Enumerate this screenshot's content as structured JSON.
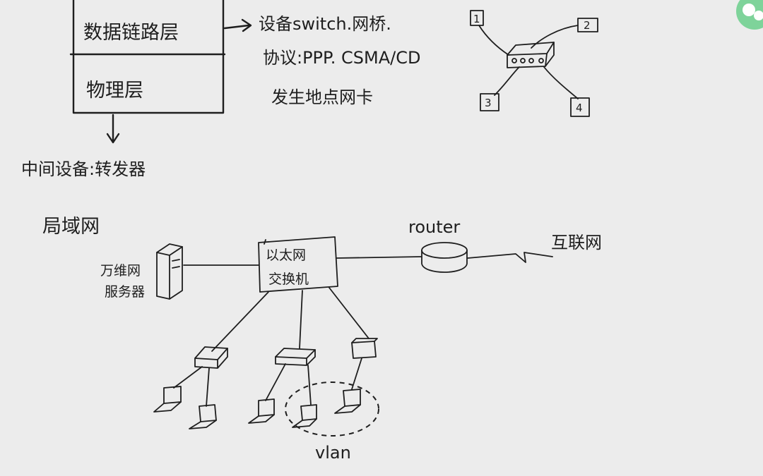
{
  "layers": {
    "datalink": "数据链路层",
    "physical": "物理层"
  },
  "datalink_notes": {
    "device": "设备switch.网桥.",
    "protocol": "协议:PPP. CSMA/CD",
    "address": "发生地点网卡"
  },
  "physical_note": "中间设备:转发器",
  "switch_ports": [
    "1",
    "2",
    "3",
    "4"
  ],
  "lan": {
    "title": "局域网",
    "server": [
      "万维网",
      "服务器"
    ],
    "switch": [
      "以太网",
      "交换机"
    ],
    "router": "router",
    "internet": "互联网",
    "vlan": "vlan"
  },
  "colors": {
    "ink": "#1e1e1e",
    "paper": "#ececec",
    "logo": "#7ed39a"
  }
}
